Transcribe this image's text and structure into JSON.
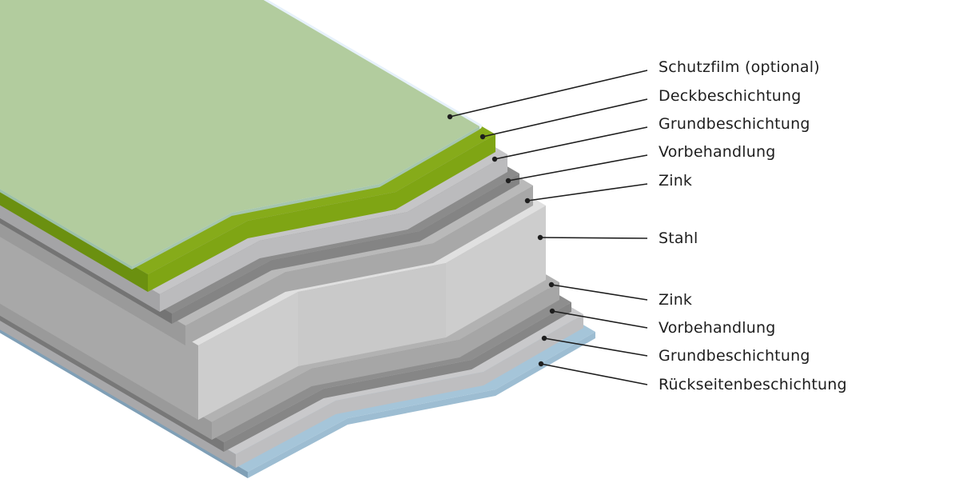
{
  "diagram": {
    "type": "layer-structure",
    "labels": [
      "Schutzfilm (optional)",
      "Deckbeschichtung",
      "Grundbeschichtung",
      "Vorbehandlung",
      "Zink",
      "Stahl",
      "Zink",
      "Vorbehandlung",
      "Grundbeschichtung",
      "Rückseitenbeschichtung"
    ],
    "colors": {
      "film": "#b2cc9e",
      "topcoat": "#86ab1a",
      "backcoat": "#a5c5d9",
      "steel": "#d8d8d8",
      "leader": "#1e1e1e"
    }
  }
}
